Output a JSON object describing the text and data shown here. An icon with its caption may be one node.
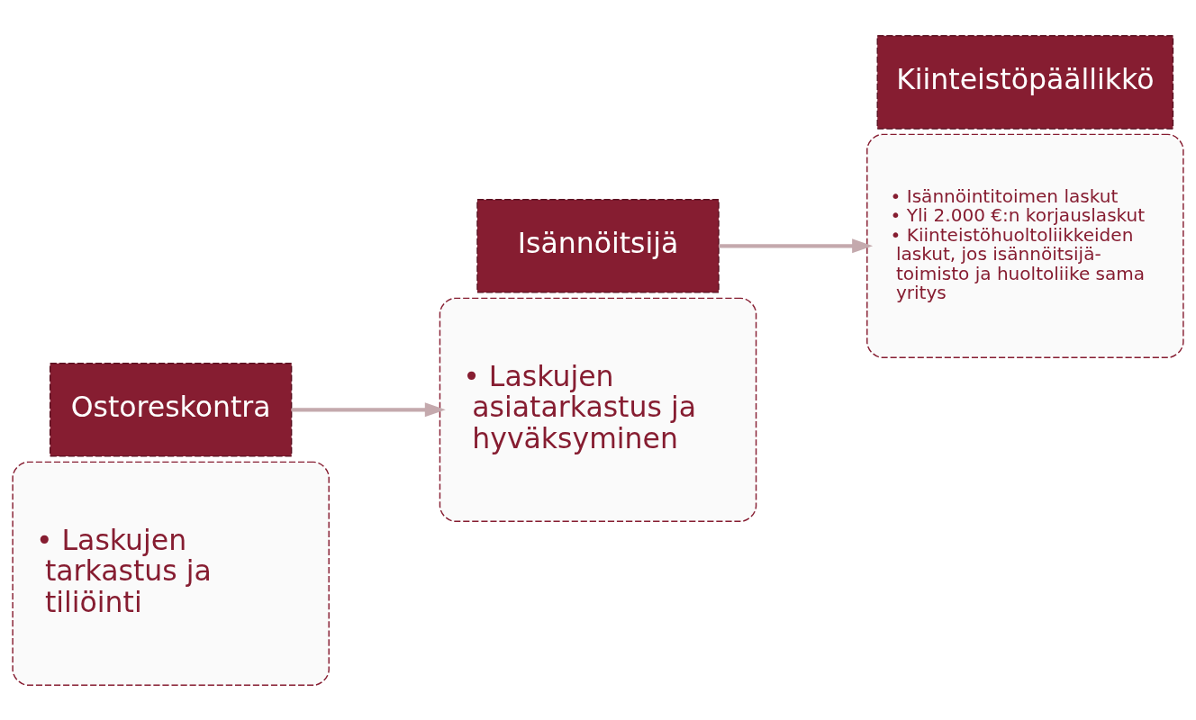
{
  "diagram": {
    "nodes": [
      {
        "text": [
          "• Laskujen tarkastus ja tiliöinti"
        ]
      },
      {
        "text": [
          "Ostoreskontra"
        ]
      },
      {
        "text": [
          "Isännöitsijä"
        ]
      },
      {
        "text": [
          "• Laskujen asiatarkastus ja hyväksyminen"
        ]
      },
      {
        "text": [
          "• Isännöintitoimen laskut",
          "• Yli 2.000 €:n korjauslaskut",
          "• Kiinteistöhuoltoliikkeiden laskut, jos isännöitsijä- toimisto ja huoltoliike sama yritys"
        ]
      },
      {
        "text": [
          "Kiinteistöpäällikkö"
        ]
      }
    ],
    "edges": [
      {
        "from": 1,
        "to": 3,
        "arrow": "to"
      },
      {
        "from": 2,
        "to": 4,
        "arrow": "to"
      }
    ]
  }
}
